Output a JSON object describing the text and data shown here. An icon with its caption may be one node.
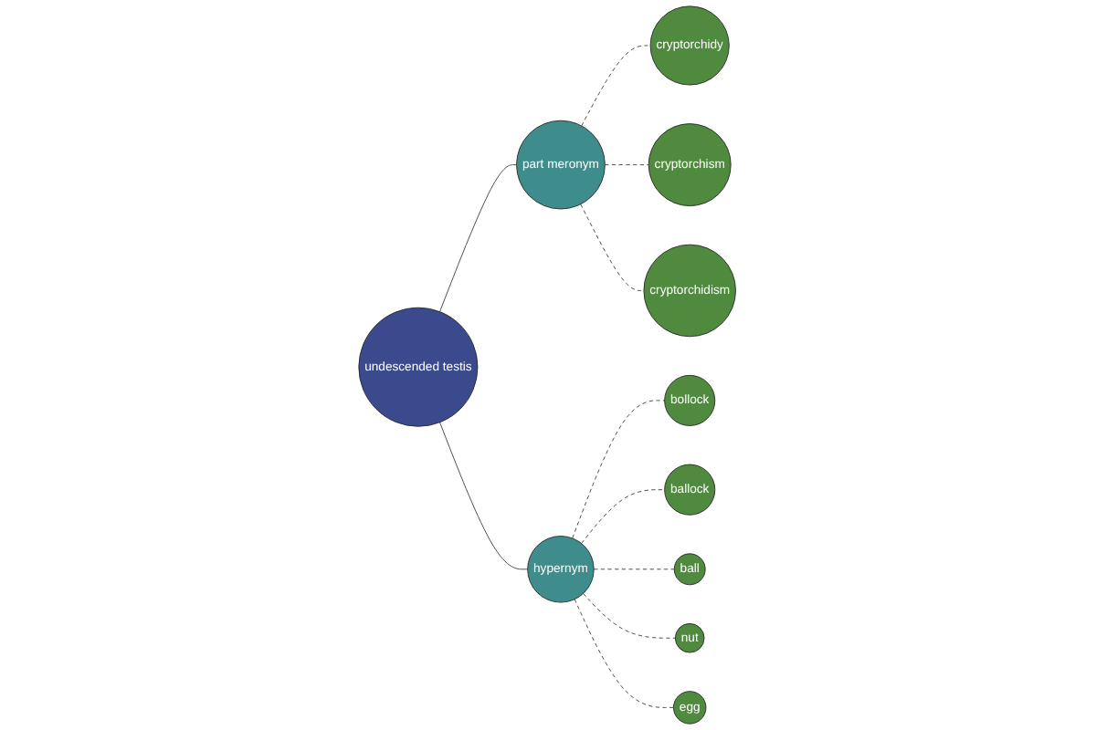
{
  "diagram": {
    "nodes": [
      {
        "text": [
          "undescended testis"
        ]
      },
      {
        "text": [
          "part meronym"
        ]
      },
      {
        "text": [
          "cryptorchidy"
        ]
      },
      {
        "text": [
          "cryptorchism"
        ]
      },
      {
        "text": [
          "cryptorchidism"
        ]
      },
      {
        "text": [
          "hypernym"
        ]
      },
      {
        "text": [
          "bollock"
        ]
      },
      {
        "text": [
          "ballock"
        ]
      },
      {
        "text": [
          "ball"
        ]
      },
      {
        "text": [
          "nut"
        ]
      },
      {
        "text": [
          "egg"
        ]
      }
    ],
    "edges": [
      {
        "from": 0,
        "to": 1,
        "arrow": "none"
      },
      {
        "from": 0,
        "to": 5,
        "arrow": "none"
      },
      {
        "from": 1,
        "to": 2,
        "arrow": "none",
        "style": "dashed"
      },
      {
        "from": 1,
        "to": 3,
        "arrow": "none",
        "style": "dashed"
      },
      {
        "from": 1,
        "to": 4,
        "arrow": "none",
        "style": "dashed"
      },
      {
        "from": 5,
        "to": 6,
        "arrow": "none",
        "style": "dashed"
      },
      {
        "from": 5,
        "to": 7,
        "arrow": "none",
        "style": "dashed"
      },
      {
        "from": 5,
        "to": 8,
        "arrow": "none",
        "style": "dashed"
      },
      {
        "from": 5,
        "to": 9,
        "arrow": "none",
        "style": "dashed"
      },
      {
        "from": 5,
        "to": 10,
        "arrow": "none",
        "style": "dashed"
      }
    ]
  }
}
